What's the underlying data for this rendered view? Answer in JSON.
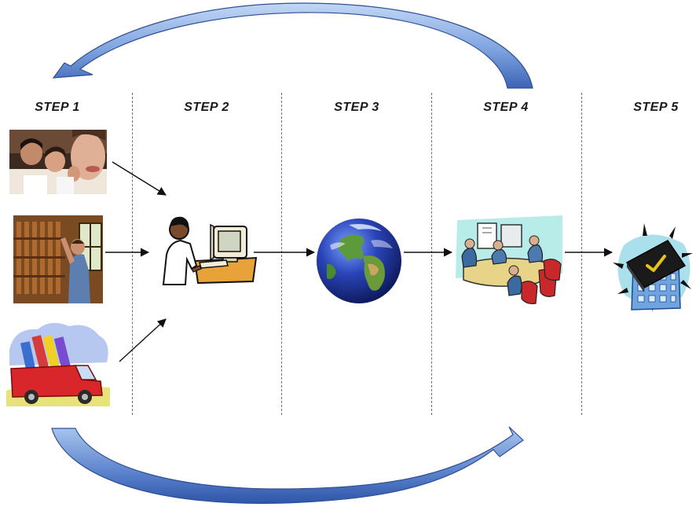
{
  "steps": [
    {
      "label": "STEP 1"
    },
    {
      "label": "STEP 2"
    },
    {
      "label": "STEP 3"
    },
    {
      "label": "STEP 4"
    },
    {
      "label": "STEP 5"
    }
  ],
  "icons": {
    "step1": [
      "people-talking-icon",
      "library-shelves-icon",
      "book-truck-icon"
    ],
    "step2": "person-at-computer-icon",
    "step3": "globe-icon",
    "step4": "meeting-room-icon",
    "step5": "approved-book-building-icon"
  },
  "colors": {
    "arrow_light": "#a9c6ee",
    "arrow_dark": "#3d64b5",
    "arrow_outline": "#2f4f96",
    "divider": "#6f6f6f"
  }
}
